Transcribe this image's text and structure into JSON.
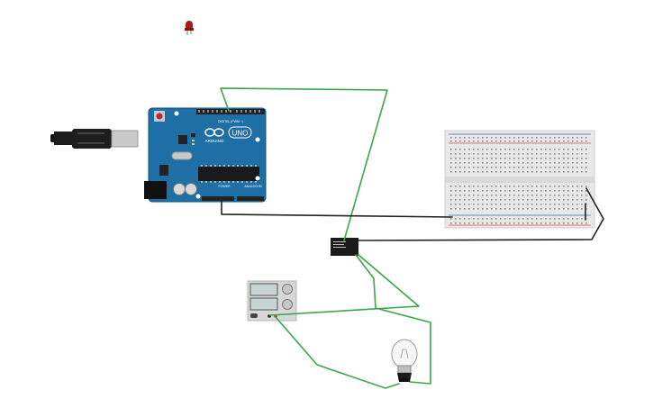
{
  "arduino": {
    "logo_text": "ARDUINO",
    "model_text": "UNO",
    "digital_label": "DIGITAL (PWM ~)",
    "power_label": "POWER",
    "analog_label": "ANALOG IN"
  },
  "colors": {
    "board": "#1f6fa7",
    "wire_green": "#3aa64a",
    "wire_black": "#222222",
    "breadboard": "#e8e8e8",
    "rail_red": "#d9534f",
    "rail_blue": "#3b6fb6",
    "led_red": "#a81c1c",
    "relay": "#1a1a1a",
    "power_supply": "#d8d8d8"
  },
  "components": [
    {
      "name": "led",
      "icon": "led-icon"
    },
    {
      "name": "usb-cable",
      "icon": "usb-cable-icon"
    },
    {
      "name": "arduino-uno",
      "icon": "arduino-board-icon"
    },
    {
      "name": "breadboard",
      "icon": "breadboard-icon"
    },
    {
      "name": "relay",
      "icon": "relay-icon"
    },
    {
      "name": "power-supply",
      "icon": "power-supply-icon"
    },
    {
      "name": "light-bulb",
      "icon": "light-bulb-icon"
    }
  ]
}
